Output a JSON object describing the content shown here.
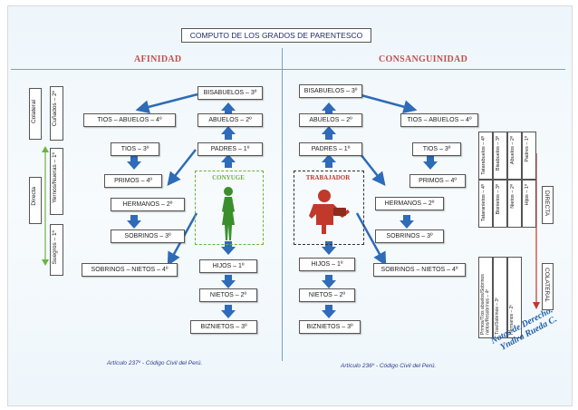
{
  "title": "COMPUTO DE LOS GRADOS DE PARENTESCO",
  "headers": {
    "left": "AFINIDAD",
    "right": "CONSANGUINIDAD"
  },
  "left_boxes": {
    "bisabuelos": "BISABUELOS – 3º",
    "tios_abuelos": "TIOS – ABUELOS – 4º",
    "abuelos": "ABUELOS – 2º",
    "tios": "TIOS – 3º",
    "padres": "PADRES – 1º",
    "primos": "PRIMOS – 4º",
    "hermanos": "HERMANOS – 2º",
    "sobrinos": "SOBRINOS – 3º",
    "sobrinos_nietos": "SOBRINOS – NIETOS – 4º",
    "hijos": "HIJOS – 1º",
    "nietos": "NIETOS – 2º",
    "biznietos": "BIZNIETOS – 3º"
  },
  "right_boxes": {
    "bisabuelos": "BISABUELOS – 3º",
    "tios_abuelos": "TIOS – ABUELOS – 4º",
    "abuelos": "ABUELOS – 2º",
    "tios": "TIOS – 3º",
    "padres": "PADRES – 1º",
    "primos": "PRIMOS – 4º",
    "hermanos": "HERMANOS – 2º",
    "sobrinos": "SOBRINOS – 3º",
    "sobrinos_nietos": "SOBRINOS – NIETOS – 4º",
    "hijos": "HIJOS – 1º",
    "nietos": "NIETOS – 2º",
    "biznietos": "BIZNIETOS – 3º"
  },
  "figures": {
    "spouse": "CONYUGE",
    "worker": "TRABAJADOR",
    "spouse_color": "#3a8f2c",
    "worker_color": "#c0392b"
  },
  "left_side": {
    "colateral": "Colateral",
    "directa": "Directa",
    "cunados": "Cuñados – 2º",
    "yernos": "Yernos/Nueras – 1º",
    "suegros": "Suegros – 1º"
  },
  "right_side": {
    "directa": "DIRECTA",
    "colateral": "COLATERAL",
    "direct_cols": [
      [
        "Tatarabuelos – 4º",
        "Tataranietos – 4º"
      ],
      [
        "Bisabuelos – 3º",
        "Bisnietos – 3º"
      ],
      [
        "Abuelos – 2º",
        "Nietos – 2º"
      ],
      [
        "Padres – 1º",
        "Hijos – 1º"
      ]
    ],
    "collateral_cols": [
      "Primos/Tíos abuelos/Sobrinos nietos/Resobrinos – 4º",
      "Tíos/Sobrinos – 3º",
      "Hermanos – 2º"
    ]
  },
  "footer": {
    "left": "Artículo  237º - Código Civil del Perú.",
    "right": "Artículo  236º - Código Civil del Perú."
  },
  "stamp": [
    "Notas de Derecho.",
    "Yndira Rueda C."
  ]
}
